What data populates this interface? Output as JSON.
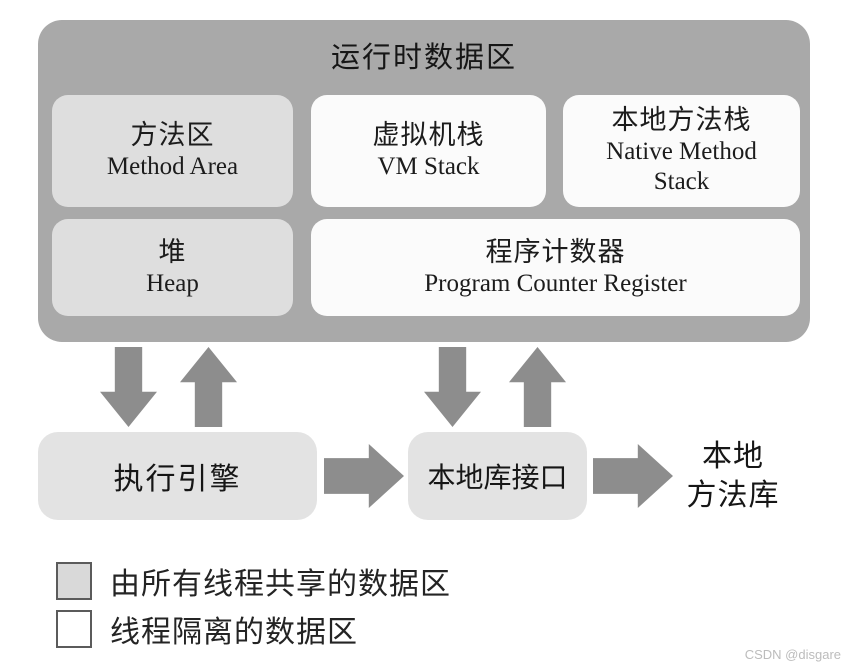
{
  "diagram": {
    "title": "运行时数据区",
    "boxes": [
      {
        "zh": "方法区",
        "en": "Method Area",
        "type": "shared"
      },
      {
        "zh": "虚拟机栈",
        "en": "VM Stack",
        "type": "isolated"
      },
      {
        "zh": "本地方法栈",
        "en": "Native Method Stack",
        "type": "isolated"
      },
      {
        "zh": "堆",
        "en": "Heap",
        "type": "shared"
      },
      {
        "zh": "程序计数器",
        "en": "Program Counter Register",
        "type": "isolated"
      }
    ],
    "engine": {
      "label": "执行引擎"
    },
    "native_interface": {
      "label": "本地库接口"
    },
    "native_library": {
      "line1": "本地",
      "line2": "方法库"
    },
    "legend": [
      {
        "label": "由所有线程共享的数据区",
        "swatch": "shared"
      },
      {
        "label": "线程隔离的数据区",
        "swatch": "isolated"
      }
    ],
    "colors": {
      "container_gray": "#a9a9a9",
      "shared_box_gray": "#dedede",
      "isolated_box_white": "#fbfbfb",
      "lower_box_gray": "#e3e3e3",
      "arrow_gray": "#8d8d8d",
      "text": "#1c1c1c"
    }
  },
  "page": {
    "watermark": "CSDN @disgare"
  }
}
